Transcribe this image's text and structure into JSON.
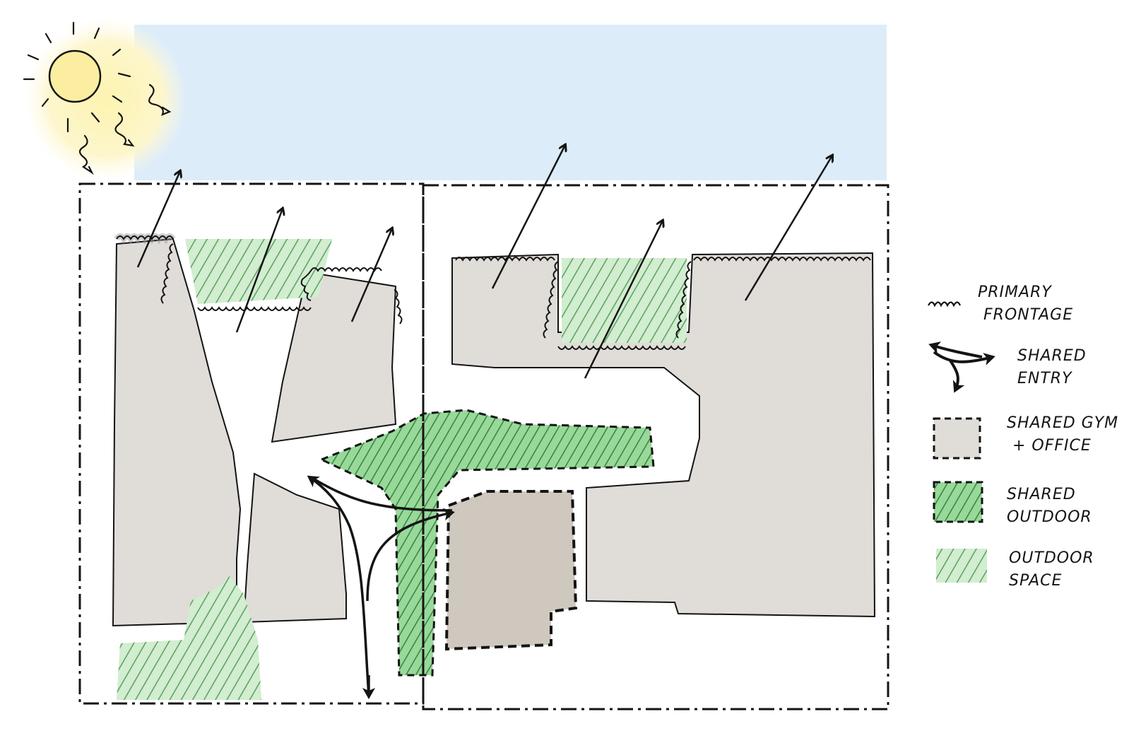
{
  "legend": {
    "primary_frontage": [
      "PRIMARY",
      "FRONTAGE"
    ],
    "shared_entry": [
      "SHARED",
      "ENTRY"
    ],
    "shared_gym_office": [
      "SHARED GYM",
      "+ OFFICE"
    ],
    "shared_outdoor": [
      "SHARED",
      "OUTDOOR"
    ],
    "outdoor_space": [
      "OUTDOOR",
      "SPACE"
    ]
  },
  "colors": {
    "sky": "#dcecf8",
    "sun_glow": "#fdf5bf",
    "sun": "#fbeea0",
    "building": "#e0dcd7",
    "gym_office": "#cfc8be",
    "shared_outdoor": "#98d99a",
    "outdoor_space": "#cdebcc",
    "frontage": "#cfcfcf",
    "ink": "#141414"
  }
}
